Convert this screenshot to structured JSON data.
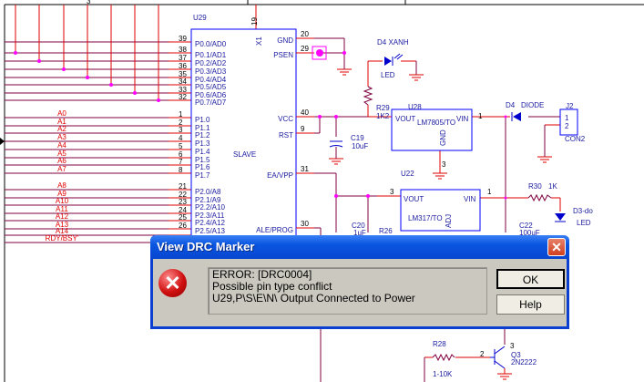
{
  "schematic": {
    "u29": {
      "ref": "U29",
      "label": "SLAVE",
      "x1_pin": "19",
      "x1_label": "X1",
      "port0": [
        {
          "pin": "39",
          "name": "P0.0/AD0"
        },
        {
          "pin": "38",
          "name": "P0.1/AD1"
        },
        {
          "pin": "37",
          "name": "P0.2/AD2"
        },
        {
          "pin": "36",
          "name": "P0.3/AD3"
        },
        {
          "pin": "35",
          "name": "P0.4/AD4"
        },
        {
          "pin": "34",
          "name": "P0.5/AD5"
        },
        {
          "pin": "33",
          "name": "P0.6/AD6"
        },
        {
          "pin": "32",
          "name": "P0.7/AD7"
        }
      ],
      "port1": [
        {
          "pin": "1",
          "name": "P1.0",
          "net": "A0"
        },
        {
          "pin": "2",
          "name": "P1.1",
          "net": "A1"
        },
        {
          "pin": "3",
          "name": "P1.2",
          "net": "A2"
        },
        {
          "pin": "4",
          "name": "P1.3",
          "net": "A3"
        },
        {
          "pin": "5",
          "name": "P1.4",
          "net": "A4"
        },
        {
          "pin": "6",
          "name": "P1.5",
          "net": "A5"
        },
        {
          "pin": "7",
          "name": "P1.6",
          "net": "A6"
        },
        {
          "pin": "8",
          "name": "P1.7",
          "net": "A7"
        }
      ],
      "port2": [
        {
          "pin": "21",
          "name": "P2.0/A8",
          "net": "A8"
        },
        {
          "pin": "22",
          "name": "P2.1/A9",
          "net": "A9"
        },
        {
          "pin": "23",
          "name": "P2.2/A10",
          "net": "A10"
        },
        {
          "pin": "24",
          "name": "P2.3/A11",
          "net": "A11"
        },
        {
          "pin": "25",
          "name": "P2.4/A12",
          "net": "A12"
        },
        {
          "pin": "26",
          "name": "P2.5/A13",
          "net": "A13"
        },
        {
          "pin": "",
          "name": "",
          "net": "A14"
        },
        {
          "pin": "",
          "name": "",
          "net": "RDY/BSY'"
        }
      ],
      "right_pins": [
        {
          "pin": "20",
          "name": "GND"
        },
        {
          "pin": "29",
          "name": "PSEN"
        },
        {
          "pin": "40",
          "name": "VCC"
        },
        {
          "pin": "9",
          "name": "RST"
        },
        {
          "pin": "31",
          "name": "EA/VPP"
        },
        {
          "pin": "30",
          "name": "ALE/PROG"
        }
      ]
    },
    "top_pin": "3",
    "d4xanh": {
      "ref": "D4 XANH",
      "value": "LED"
    },
    "r29": {
      "ref": "R29",
      "value": "1K2"
    },
    "c19": {
      "ref": "C19",
      "value": "10uF"
    },
    "u28": {
      "ref": "U28",
      "part": "LM7805/TO",
      "vout": "VOUT",
      "vin": "VIN",
      "gnd": "GND",
      "pin_vin": "1",
      "pin_gnd": "3"
    },
    "d4": {
      "ref": "D4",
      "value": "DIODE"
    },
    "j2": {
      "ref": "J2",
      "value": "CON2",
      "pin1": "1",
      "pin2": "2"
    },
    "u22": {
      "ref": "U22",
      "part": "LM317/TO",
      "vout": "VOUT",
      "vin": "VIN",
      "adj": "ADJ",
      "pin_vout": "3",
      "pin_vin": "1"
    },
    "r30": {
      "ref": "R30",
      "value": "1K"
    },
    "d3": {
      "ref": "D3-do",
      "value": "LED"
    },
    "c20": {
      "ref": "C20",
      "value": "1uF"
    },
    "c22": {
      "ref": "C22",
      "value": "100uF"
    },
    "r26": {
      "ref": "R26"
    },
    "r28": {
      "ref": "R28",
      "value": "1-10K"
    },
    "q3": {
      "ref": "Q3",
      "value": "2N2222",
      "pin_b": "2",
      "pin_c": "3"
    }
  },
  "dialog": {
    "title": "View DRC Marker",
    "close_glyph": "✕",
    "icon": "error-icon",
    "message": [
      "ERROR:  [DRC0004]",
      "Possible pin type conflict",
      "U29,P\\S\\E\\N\\ Output Connected to Power"
    ],
    "ok_label": "OK",
    "help_label": "Help"
  },
  "colors": {
    "wire": "#800040",
    "pin": "#e00000",
    "part": "#1a1aa0",
    "junction": "#ff00ff",
    "dialog_title": "#0a55e0"
  }
}
